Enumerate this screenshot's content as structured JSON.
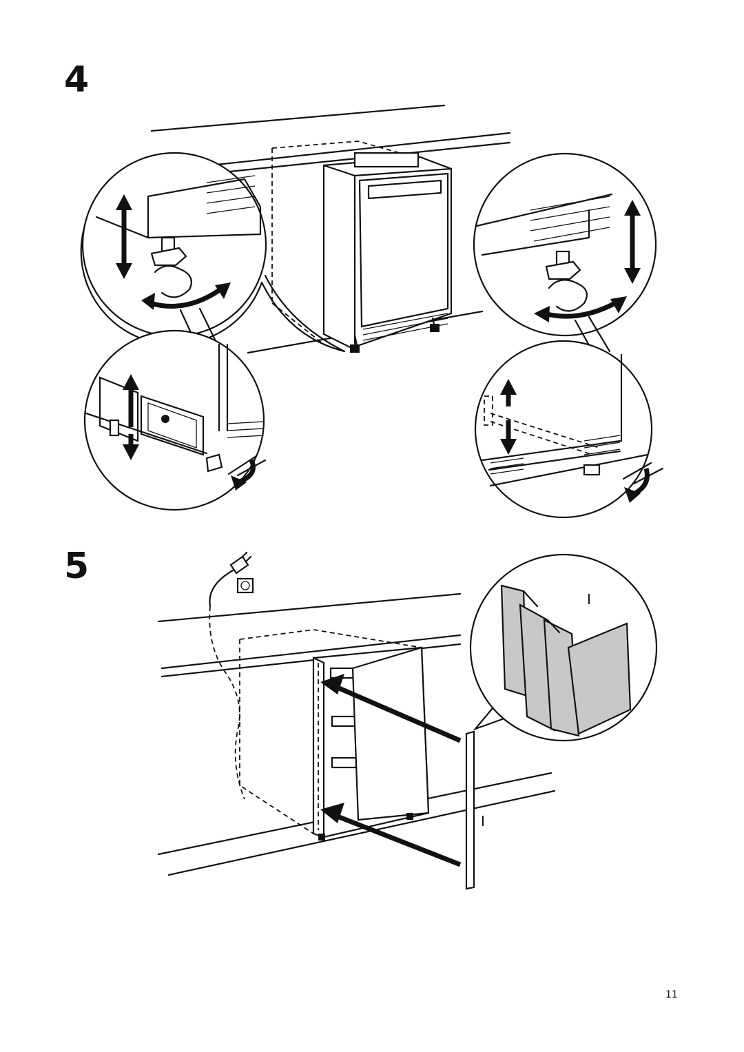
{
  "steps": [
    {
      "number": "4"
    },
    {
      "number": "5"
    }
  ],
  "labels": {
    "zoom_part": "I",
    "panel_part": "I"
  },
  "page_number": "11",
  "colors": {
    "ink": "#111111",
    "panel_gray": "#c8c8c8",
    "background": "#ffffff"
  }
}
